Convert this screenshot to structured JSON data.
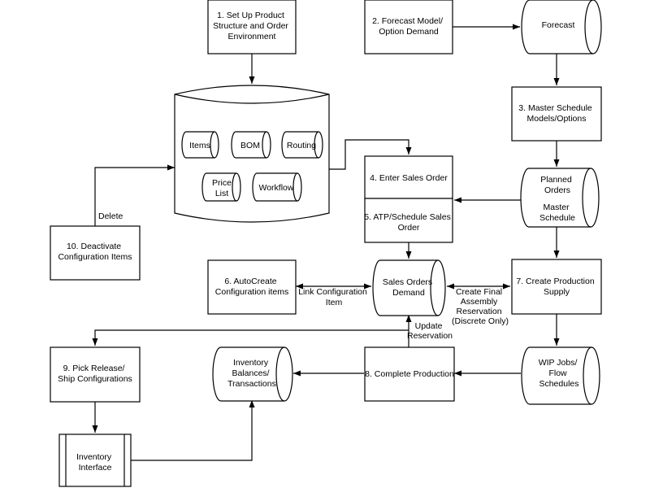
{
  "colors": {
    "stroke": "#000000",
    "background": "#ffffff"
  },
  "nodes": {
    "step1": [
      "1. Set Up Product",
      "Structure and Order",
      "Environment"
    ],
    "step2": [
      "2. Forecast Model/",
      "Option Demand"
    ],
    "forecast": [
      "Forecast"
    ],
    "step3": [
      "3. Master Schedule",
      "Models/Options"
    ],
    "items": [
      "Items"
    ],
    "bom": [
      "BOM"
    ],
    "routing": [
      "Routing"
    ],
    "price_list": [
      "Price",
      "List"
    ],
    "workflow": [
      "Workflow"
    ],
    "step4": [
      "4. Enter Sales Order"
    ],
    "step5": [
      "5. ATP/Schedule Sales",
      "Order"
    ],
    "planned_orders": [
      "Planned",
      "Orders"
    ],
    "master_schedule": [
      "Master",
      "Schedule"
    ],
    "step10": [
      "10. Deactivate",
      "Configuration Items"
    ],
    "step6": [
      "6. AutoCreate",
      "Configuration items"
    ],
    "sales_orders_demand": [
      "Sales Orders",
      "Demand"
    ],
    "step7": [
      "7. Create Production",
      "Supply"
    ],
    "step9": [
      "9. Pick Release/",
      "Ship Configurations"
    ],
    "inventory_balances": [
      "Inventory",
      "Balances/",
      "Transactions"
    ],
    "step8": [
      "8. Complete Production"
    ],
    "wip_jobs": [
      "WIP Jobs/",
      "Flow",
      "Schedules"
    ],
    "inventory_interface": [
      "Inventory",
      "Interface"
    ]
  },
  "edge_labels": {
    "delete": [
      "Delete"
    ],
    "link_configuration_item": [
      "Link Configuration",
      "Item"
    ],
    "create_final_assembly": [
      "Create Final",
      "Assembly",
      "Reservation",
      "(Discrete Only)"
    ],
    "update_reservation": [
      "Update",
      "Reservation"
    ]
  }
}
